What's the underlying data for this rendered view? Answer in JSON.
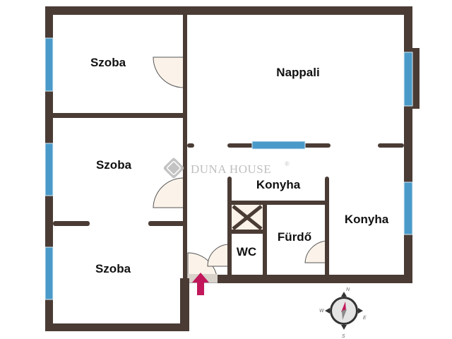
{
  "floorplan": {
    "rooms": [
      {
        "id": "szoba-top",
        "label": "Szoba"
      },
      {
        "id": "szoba-middle",
        "label": "Szoba"
      },
      {
        "id": "szoba-bottom",
        "label": "Szoba"
      },
      {
        "id": "nappali",
        "label": "Nappali"
      },
      {
        "id": "konyha-center",
        "label": "Konyha"
      },
      {
        "id": "konyha-right",
        "label": "Konyha"
      },
      {
        "id": "furdo",
        "label": "Fürdő"
      },
      {
        "id": "wc",
        "label": "WC"
      }
    ],
    "watermark": {
      "brand": "DUNA HOUSE",
      "registered": "®"
    },
    "compass": {
      "north": "N",
      "south": "S",
      "east": "E",
      "west": "W"
    },
    "entrance": {
      "icon": "entrance-arrow-icon"
    },
    "colors": {
      "wall": "#4a3c35",
      "window": "#4a9ac9",
      "door_fill": "#fbf3ea",
      "entrance_arrow": "#c2185b",
      "compass_needle_north": "#c2185b",
      "text": "#111111"
    }
  }
}
